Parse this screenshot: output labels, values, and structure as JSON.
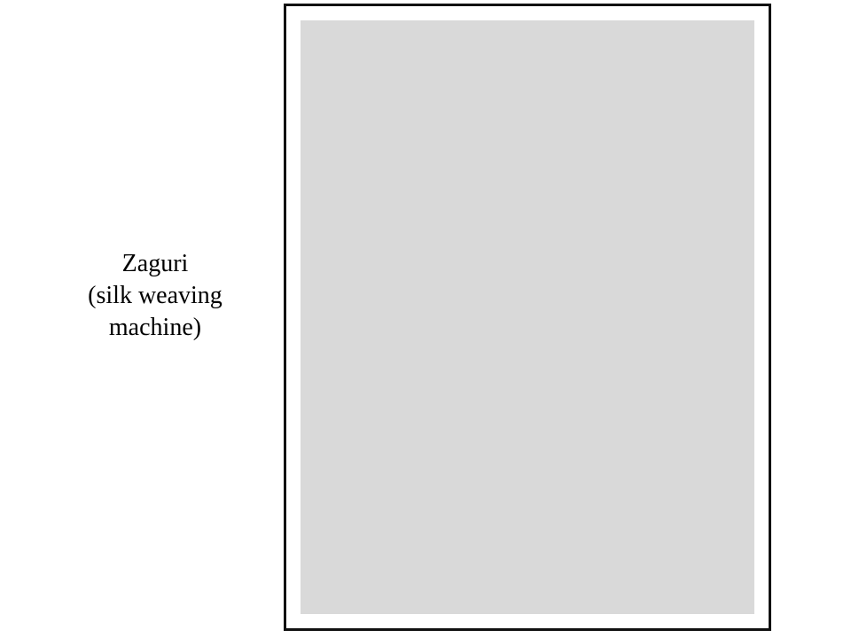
{
  "caption": {
    "line1": "Zaguri",
    "line2": "(silk weaving",
    "line3": "machine)"
  }
}
